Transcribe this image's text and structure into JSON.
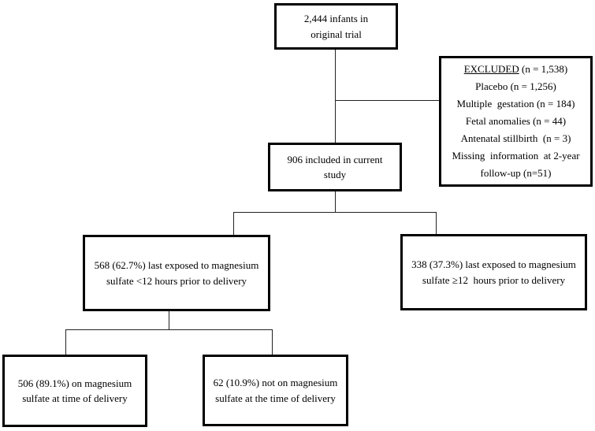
{
  "figure": {
    "background_color": "#ffffff",
    "box_border_color": "#000000",
    "connector_color": "#222222",
    "text_color": "#000000",
    "boxes": {
      "original_trial": {
        "text": "2,444 infants in\noriginal trial"
      },
      "excluded": {
        "heading": "EXCLUDED",
        "heading_suffix": " (n = 1,538)",
        "items": [
          "Placebo (n = 1,256)",
          "Multiple  gestation (n = 184)",
          "Fetal anomalies (n = 44)",
          "Antenatal stillbirth  (n = 3)",
          "Missing  information  at 2-year\nfollow-up (n=51)"
        ]
      },
      "included": {
        "text": "906 included in current\nstudy"
      },
      "exposed_lt12": {
        "text": "568 (62.7%) last exposed to magnesium\nsulfate <12 hours prior to delivery"
      },
      "exposed_ge12": {
        "text": "338 (37.3%) last exposed to magnesium\nsulfate ≥12  hours prior to delivery"
      },
      "on_mg_at_delivery": {
        "text": "506 (89.1%) on magnesium\nsulfate at time of delivery"
      },
      "not_on_mg_at_delivery": {
        "text": "62 (10.9%) not on magnesium\nsulfate at the time of delivery"
      }
    }
  }
}
